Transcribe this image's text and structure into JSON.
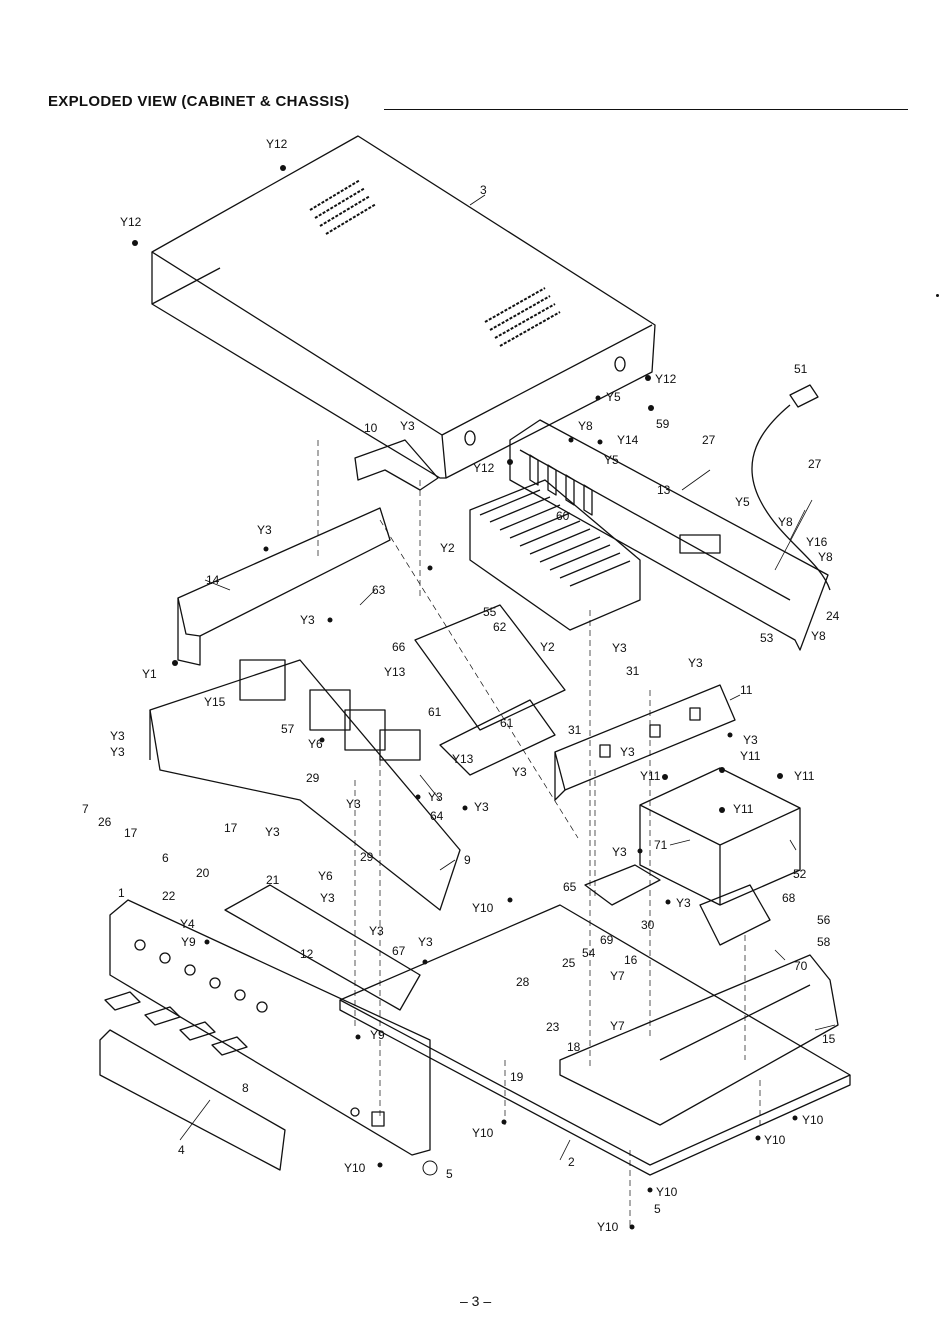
{
  "page_title": "EXPLODED VIEW (CABINET & CHASSIS)",
  "page_number": "– 3 –",
  "labels": {
    "y12_a": "Y12",
    "y12_b": "Y12",
    "y12_c": "Y12",
    "y12_d": "Y12",
    "p3": "3",
    "p10": "10",
    "y3_top": "Y3",
    "y5_a": "Y5",
    "p59": "59",
    "y8_a": "Y8",
    "y14": "Y14",
    "y5_b": "Y5",
    "p51": "51",
    "p27_a": "27",
    "p27_b": "27",
    "p13": "13",
    "y5_c": "Y5",
    "p60": "60",
    "y8_b": "Y8",
    "y16": "Y16",
    "y8_c": "Y8",
    "p24": "24",
    "y8_d": "Y8",
    "y3_14": "Y3",
    "p14": "14",
    "p63": "63",
    "y2_a": "Y2",
    "p55": "55",
    "y3_63": "Y3",
    "p62": "62",
    "p66": "66",
    "y2_b": "Y2",
    "y3_31": "Y3",
    "p31_a": "31",
    "p53": "53",
    "y3_11": "Y3",
    "p11": "11",
    "y1": "Y1",
    "y13_a": "Y13",
    "p61_a": "61",
    "y15": "Y15",
    "p57": "57",
    "p61_b": "61",
    "y3_b": "Y3",
    "p31_b": "31",
    "y3_c": "Y3",
    "y6_a": "Y6",
    "y3_knob": "Y3",
    "y13_b": "Y13",
    "y3_d": "Y3",
    "y3_e": "Y3",
    "y11_a": "Y11",
    "y11_b": "Y11",
    "y11_c": "Y11",
    "y11_d": "Y11",
    "p29_a": "29",
    "y3_f": "Y3",
    "y3_g": "Y3",
    "p7": "7",
    "p26": "26",
    "p17_a": "17",
    "p17_b": "17",
    "y3_h": "Y3",
    "p64": "64",
    "p6": "6",
    "y3_i": "Y3",
    "p29_b": "29",
    "p9": "9",
    "p71": "71",
    "y3_j": "Y3",
    "p52": "52",
    "p20": "20",
    "p21": "21",
    "y6_b": "Y6",
    "p1": "1",
    "p22": "22",
    "y3_k": "Y3",
    "p65": "65",
    "p68": "68",
    "y10_a": "Y10",
    "y3_l": "Y3",
    "p56": "56",
    "y4": "Y4",
    "y3_m": "Y3",
    "p30": "30",
    "p69": "69",
    "p58": "58",
    "y9_a": "Y9",
    "p67": "67",
    "y3_n": "Y3",
    "p12": "12",
    "p54": "54",
    "p16": "16",
    "p70": "70",
    "p25": "25",
    "p28": "28",
    "y7_a": "Y7",
    "y7_b": "Y7",
    "p15": "15",
    "p23": "23",
    "p18": "18",
    "y9_b": "Y9",
    "p19": "19",
    "p8": "8",
    "y10_b": "Y10",
    "y10_c": "Y10",
    "y10_d": "Y10",
    "p4": "4",
    "p2": "2",
    "y10_e": "Y10",
    "p5_a": "5",
    "y10_f": "Y10",
    "p5_b": "5",
    "y10_g": "Y10"
  }
}
